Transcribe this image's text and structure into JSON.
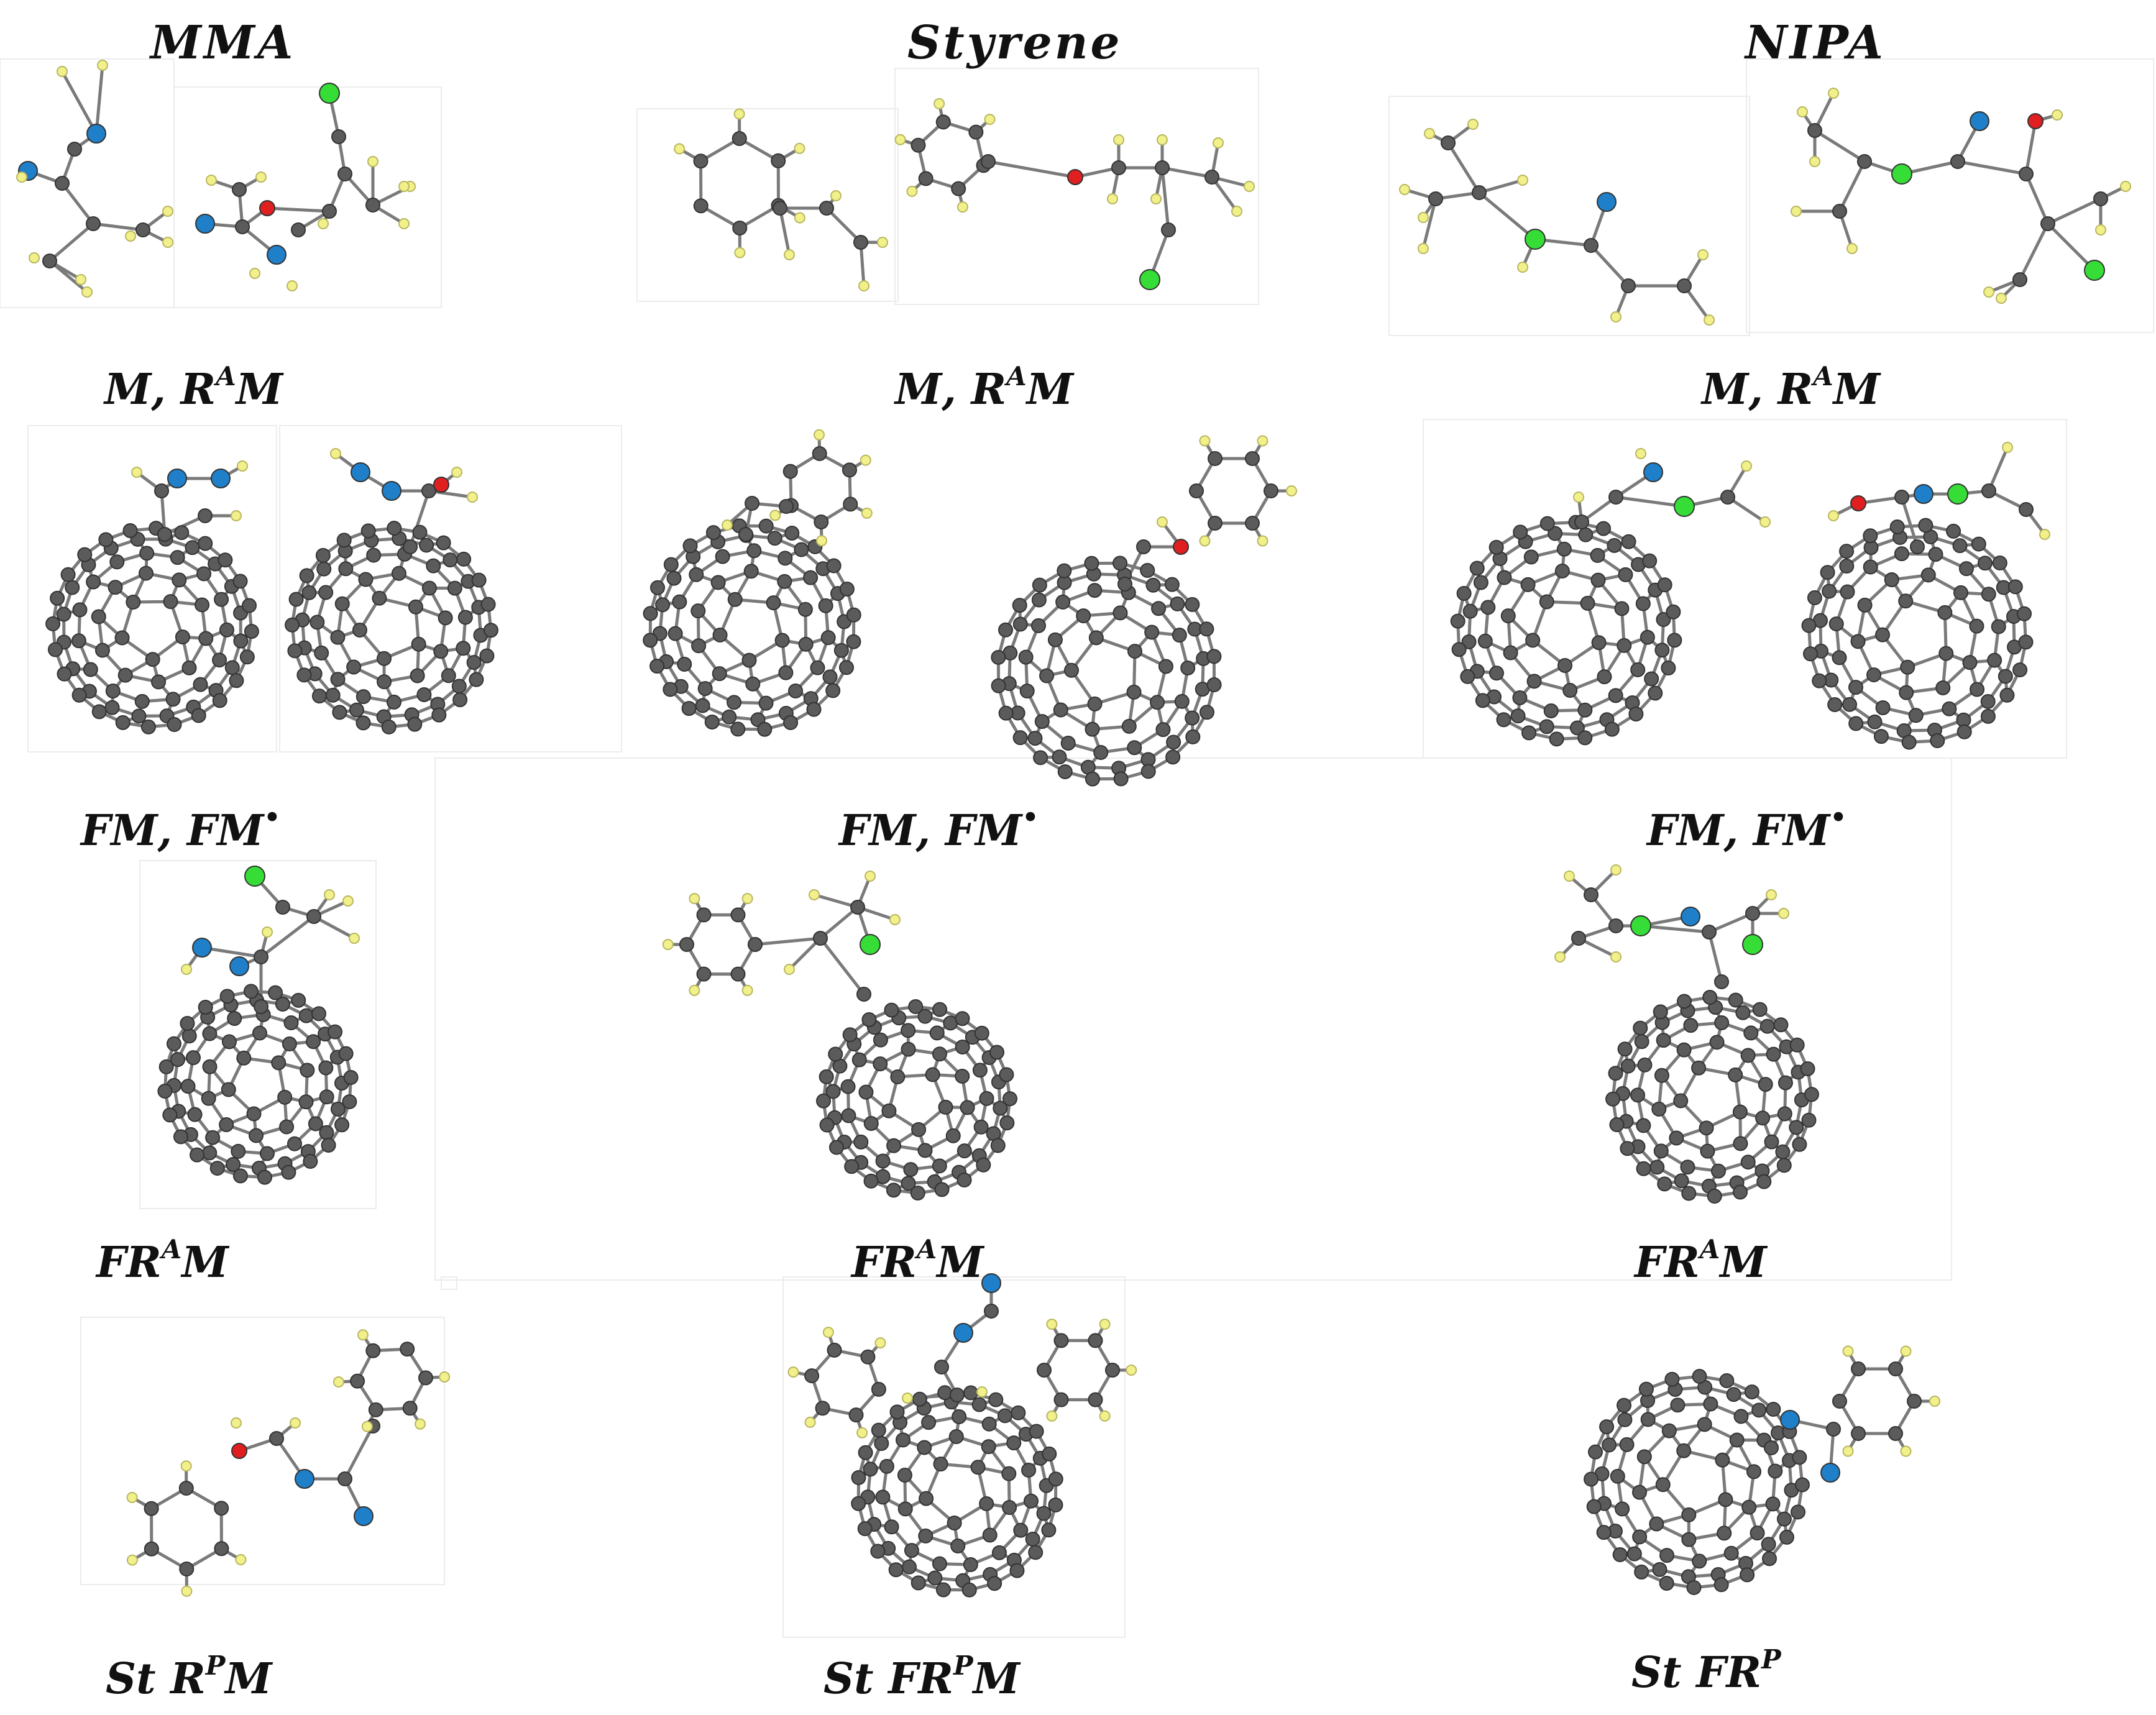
{
  "headers": {
    "mma": "MMA",
    "styrene": "Styrene",
    "nipa": "NIPA"
  },
  "labels": {
    "m_ram": {
      "a": "M, R",
      "sup": "A",
      "b": "M"
    },
    "fm": {
      "a": "FM, FM",
      "sup": "•"
    },
    "fram": {
      "a": "FR",
      "sup": "A",
      "b": "M"
    },
    "st_rpm": {
      "a": "St R",
      "sup": "P",
      "b": "M"
    },
    "st_frpm": {
      "a": "St FR",
      "sup": "P",
      "b": "M"
    },
    "st_frp": {
      "a": "St FR",
      "sup": "P",
      "b": ""
    }
  },
  "colors": {
    "carbon": "#5b5b5b",
    "hydrogen": "#f2f08a",
    "oxygen": "#e02020",
    "nitrogen": "#1f7fc8",
    "chlorine": "#36dd36",
    "bond": "#7a7a7a"
  }
}
